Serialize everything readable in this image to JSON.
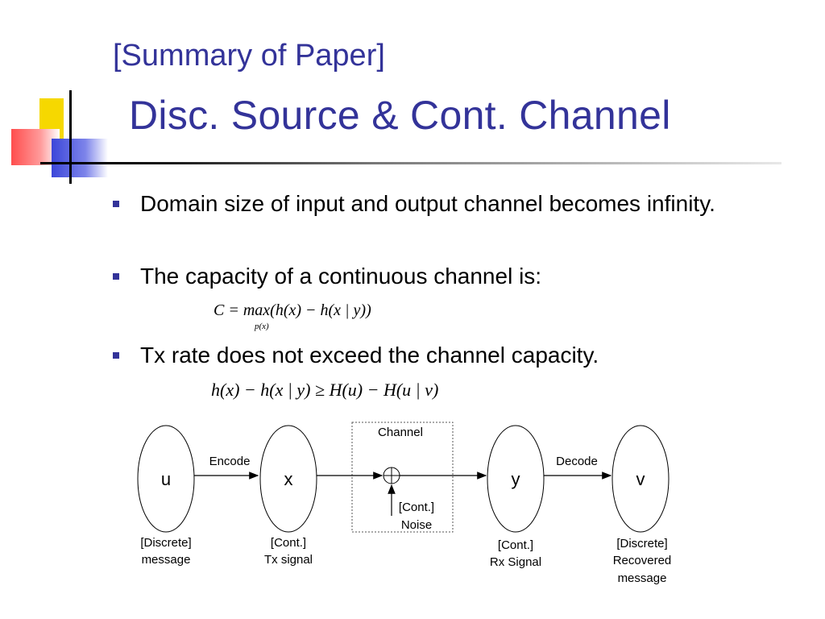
{
  "slide": {
    "title_line1": "[Summary of Paper]",
    "title_line2": "Disc. Source & Cont. Channel",
    "accent_color": "#333399"
  },
  "bullets": [
    {
      "text": "Domain size of input and output channel becomes infinity."
    },
    {
      "text": "The capacity of a continuous channel is:"
    },
    {
      "text": "Tx rate does not exceed the channel capacity."
    }
  ],
  "equations": {
    "capacity": "C = max(h(x) − h(x | y))",
    "capacity_subscript": "p(x)",
    "rate": "h(x) − h(x | y) ≥ H(u) − H(u | v)"
  },
  "diagram": {
    "nodes": [
      {
        "symbol": "u",
        "caption_line1": "[Discrete]",
        "caption_line2": "message"
      },
      {
        "symbol": "x",
        "caption_line1": "[Cont.]",
        "caption_line2": "Tx signal"
      },
      {
        "symbol": "y",
        "caption_line1": "[Cont.]",
        "caption_line2": "Rx Signal"
      },
      {
        "symbol": "v",
        "caption_line1": "[Discrete]",
        "caption_line2": "Recovered",
        "caption_line3": "message"
      }
    ],
    "encode_label": "Encode",
    "decode_label": "Decode",
    "channel_label": "Channel",
    "noise_label_line1": "[Cont.]",
    "noise_label_line2": "Noise"
  }
}
